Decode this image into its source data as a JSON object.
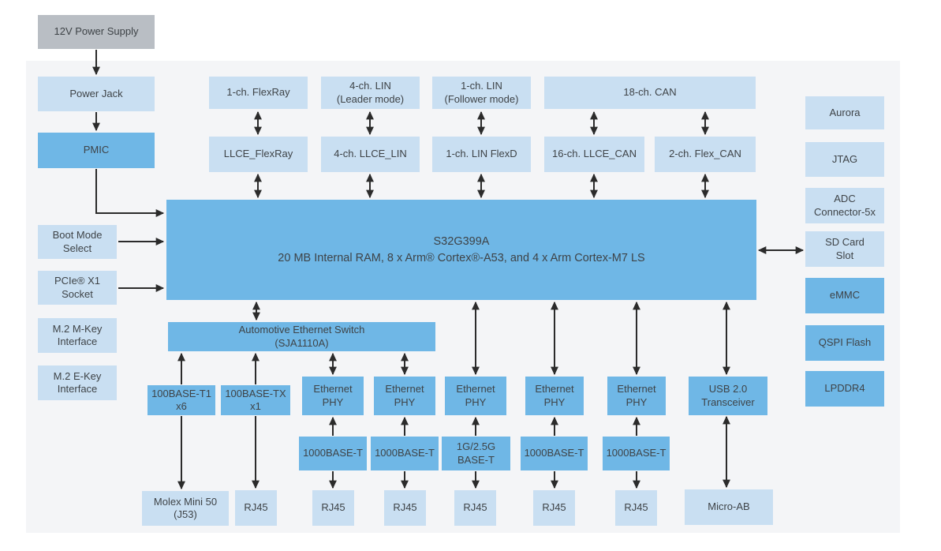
{
  "colors": {
    "light_blue": "#C9DFF2",
    "medium_blue": "#6FB7E6",
    "gray": "#B9BEC4",
    "panel_bg": "#F4F5F7",
    "arrow": "#2B2B2B",
    "text": "#3E4347"
  },
  "power_chain": {
    "supply": "12V Power Supply",
    "jack": "Power Jack",
    "pmic": "PMIC"
  },
  "left_column": {
    "boot": "Boot Mode\nSelect",
    "pcie": "PCIe® X1\nSocket",
    "m2m": "M.2 M-Key\nInterface",
    "m2e": "M.2 E-Key\nInterface"
  },
  "comms": {
    "row1": {
      "flexray": "1-ch. FlexRay",
      "lin_leader": "4-ch. LIN\n(Leader mode)",
      "lin_follower": "1-ch. LIN\n(Follower mode)",
      "can": "18-ch. CAN"
    },
    "row2": {
      "llce_flexray": "LLCE_FlexRay",
      "llce_lin": "4-ch. LLCE_LIN",
      "lin_flexd": "1-ch. LIN FlexD",
      "llce_can": "16-ch. LLCE_CAN",
      "flex_can": "2-ch. Flex_CAN"
    }
  },
  "soc": {
    "name": "S32G399A",
    "description": "20 MB Internal RAM, 8 x Arm® Cortex®-A53, and 4 x Arm Cortex-M7 LS"
  },
  "right_column": {
    "aurora": "Aurora",
    "jtag": "JTAG",
    "adc": "ADC\nConnector-5x",
    "sd": "SD Card\nSlot",
    "emmc": "eMMC",
    "qspi": "QSPI Flash",
    "lpddr4": "LPDDR4"
  },
  "ethernet": {
    "switch": "Automotive Ethernet Switch\n(SJA1110A)",
    "t1": "100BASE-T1\nx6",
    "tx": "100BASE-TX\nx1",
    "phy": "Ethernet\nPHY",
    "phy_1g": "1000BASE-T",
    "phy_25g": "1G/2.5G\nBASE-T"
  },
  "usb": {
    "transceiver": "USB 2.0\nTransceiver",
    "connector": "Micro-AB"
  },
  "connectors": {
    "molex": "Molex Mini 50\n(J53)",
    "rj45": "RJ45"
  }
}
